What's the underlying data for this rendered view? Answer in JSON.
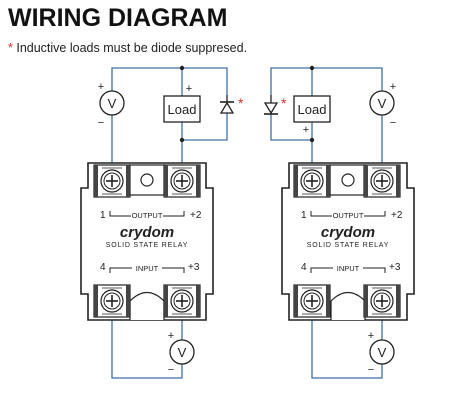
{
  "title": "WIRING DIAGRAM",
  "note": {
    "asterisk": "*",
    "text": " Inductive loads must be diode suppresed."
  },
  "colors": {
    "wire": "#3f6fa8",
    "outline": "#222222",
    "asterisk": "#e0302a",
    "relay_body": "#ffffff"
  },
  "left_circuit": {
    "meter_symbol": "V",
    "meter_plus": "+",
    "meter_minus": "−",
    "load_label": "Load",
    "load_plus": "+",
    "diode_mark": "*",
    "input_meter_symbol": "V",
    "input_meter_plus": "+",
    "input_meter_minus": "−"
  },
  "right_circuit": {
    "meter_symbol": "V",
    "meter_plus": "+",
    "meter_minus": "−",
    "load_label": "Load",
    "load_plus": "+",
    "diode_mark": "*",
    "input_meter_symbol": "V",
    "input_meter_plus": "+",
    "input_meter_minus": "−"
  },
  "relay": {
    "brand": "crydom",
    "subtitle": "SOLID STATE RELAY",
    "output_label": "OUTPUT",
    "input_label": "INPUT",
    "terminal_1": "1",
    "terminal_2": "+2",
    "terminal_3": "+3",
    "terminal_4": "4"
  }
}
